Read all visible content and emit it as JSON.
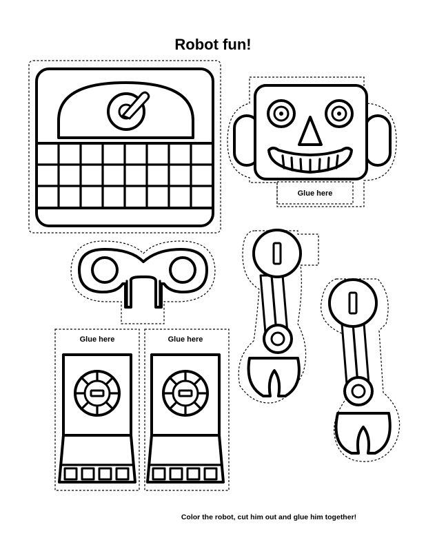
{
  "title": "Robot fun!",
  "glue_labels": {
    "head": "Glue here",
    "left_leg": "Glue here",
    "right_leg": "Glue here"
  },
  "footer": "Color the robot, cut him out and glue him together!"
}
